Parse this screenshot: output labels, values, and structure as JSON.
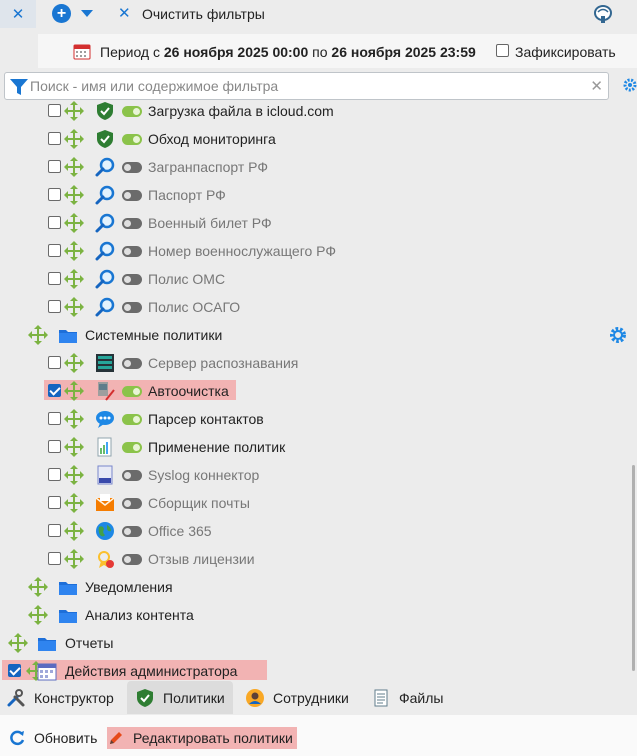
{
  "topbar": {
    "clear_filters_label": "Очистить фильтры"
  },
  "period": {
    "prefix": "Период с",
    "from": "26 ноября 2025 00:00",
    "middle": "по",
    "to": "26 ноября 2025 23:59",
    "fix_label": "Зафиксировать",
    "fixed": false
  },
  "search": {
    "placeholder": "Поиск - имя или содержимое фильтра",
    "value": ""
  },
  "tree": {
    "items": [
      {
        "label": "Загрузка файла в icloud.com",
        "icon": "shield-icon",
        "enabled": true,
        "checked": false,
        "level": 2
      },
      {
        "label": "Обход мониторинга",
        "icon": "shield-icon",
        "enabled": true,
        "checked": false,
        "level": 2
      },
      {
        "label": "Загранпаспорт РФ",
        "icon": "magnifier-icon",
        "enabled": false,
        "checked": false,
        "level": 2
      },
      {
        "label": "Паспорт РФ",
        "icon": "magnifier-icon",
        "enabled": false,
        "checked": false,
        "level": 2
      },
      {
        "label": "Военный билет РФ",
        "icon": "magnifier-icon",
        "enabled": false,
        "checked": false,
        "level": 2
      },
      {
        "label": "Номер военнослужащего РФ",
        "icon": "magnifier-icon",
        "enabled": false,
        "checked": false,
        "level": 2
      },
      {
        "label": "Полис ОМС",
        "icon": "magnifier-icon",
        "enabled": false,
        "checked": false,
        "level": 2
      },
      {
        "label": "Полис ОСАГО",
        "icon": "magnifier-icon",
        "enabled": false,
        "checked": false,
        "level": 2
      },
      {
        "label": "Системные политики",
        "icon": "folder-icon",
        "level": 1,
        "group": true
      },
      {
        "label": "Сервер распознавания",
        "icon": "server-icon",
        "enabled": false,
        "checked": false,
        "level": 2
      },
      {
        "label": "Автоочистка",
        "icon": "broom-icon",
        "enabled": true,
        "checked": true,
        "level": 2,
        "highlighted": true
      },
      {
        "label": "Парсер контактов",
        "icon": "chat-icon",
        "enabled": true,
        "checked": false,
        "level": 2
      },
      {
        "label": "Применение политик",
        "icon": "report-icon",
        "enabled": true,
        "checked": false,
        "level": 2
      },
      {
        "label": "Syslog коннектор",
        "icon": "log-icon",
        "enabled": false,
        "checked": false,
        "level": 2
      },
      {
        "label": "Сборщик почты",
        "icon": "mail-icon",
        "enabled": false,
        "checked": false,
        "level": 2
      },
      {
        "label": "Office 365",
        "icon": "globe-icon",
        "enabled": false,
        "checked": false,
        "level": 2
      },
      {
        "label": "Отзыв лицензии",
        "icon": "license-icon",
        "enabled": false,
        "checked": false,
        "level": 2
      },
      {
        "label": "Уведомления",
        "icon": "folder-icon",
        "level": 1,
        "group": true
      },
      {
        "label": "Анализ контента",
        "icon": "folder-icon",
        "level": 1,
        "group": true
      },
      {
        "label": "Отчеты",
        "icon": "folder-icon",
        "level": 0,
        "group": true
      },
      {
        "label": "Действия администратора",
        "icon": "calendar-icon",
        "level": 0,
        "group": true,
        "checked": true,
        "highlighted": true
      }
    ]
  },
  "tabs": [
    {
      "label": "Конструктор",
      "icon": "wrench-icon",
      "active": false
    },
    {
      "label": "Политики",
      "icon": "shield-icon",
      "active": true
    },
    {
      "label": "Сотрудники",
      "icon": "user-icon",
      "active": false
    },
    {
      "label": "Файлы",
      "icon": "document-icon",
      "active": false
    }
  ],
  "actions": {
    "refresh_label": "Обновить",
    "edit_label": "Редактировать политики"
  },
  "colors": {
    "accent": "#1976d2",
    "toggle_on": "#8bc34a",
    "toggle_off": "#6b6b6b",
    "highlight": "#f2b3b3",
    "move_icon": "#7cb342"
  }
}
